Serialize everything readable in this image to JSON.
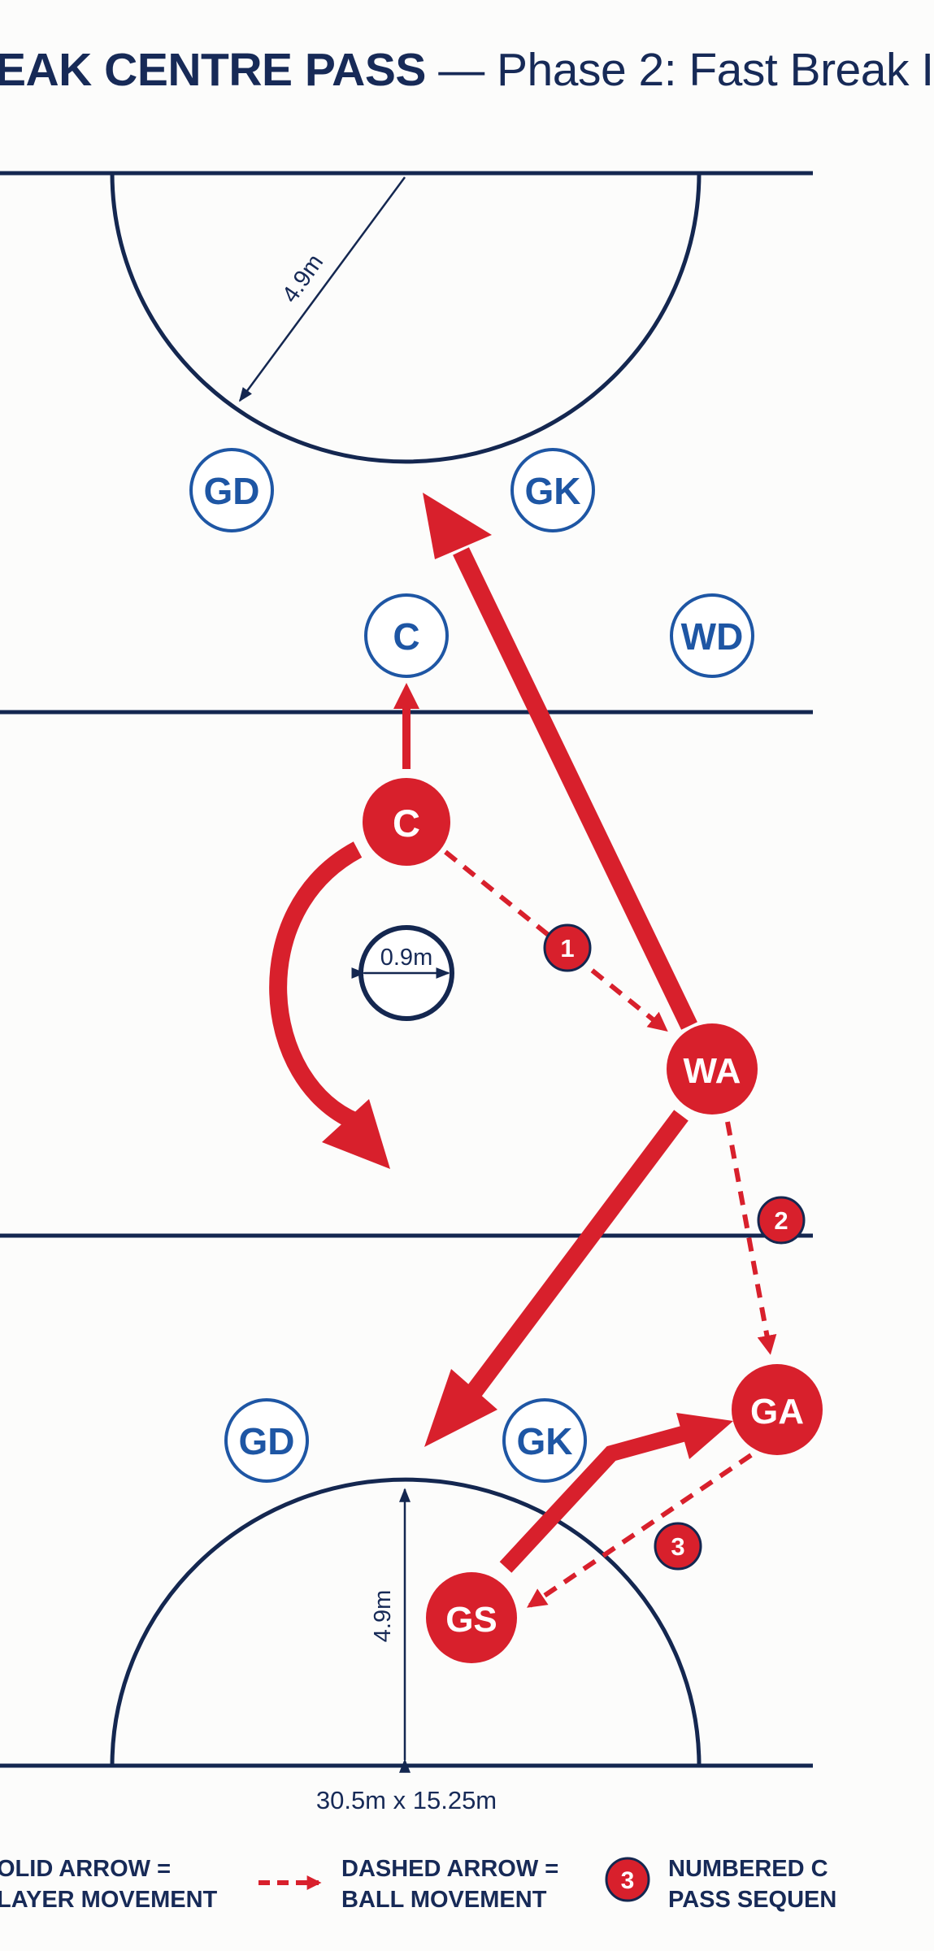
{
  "title": {
    "bold": "EAK CENTRE PASS",
    "rest": " — Phase 2: Fast Break I"
  },
  "court": {
    "circle_radius_label": "4.9m",
    "centre_circle_label": "0.9m",
    "dimensions_label": "30.5m x 15.25m"
  },
  "defenders": [
    {
      "id": "gd-top",
      "label": "GD"
    },
    {
      "id": "gk-top",
      "label": "GK"
    },
    {
      "id": "c-def",
      "label": "C"
    },
    {
      "id": "wd",
      "label": "WD"
    },
    {
      "id": "gd-bottom",
      "label": "GD"
    },
    {
      "id": "gk-bottom",
      "label": "GK"
    }
  ],
  "attackers": [
    {
      "id": "c-att",
      "label": "C"
    },
    {
      "id": "wa",
      "label": "WA"
    },
    {
      "id": "ga",
      "label": "GA"
    },
    {
      "id": "gs",
      "label": "GS"
    }
  ],
  "passes": [
    "1",
    "2",
    "3"
  ],
  "legend": {
    "solid_line1": "OLID ARROW =",
    "solid_line2": "LAYER MOVEMENT",
    "dashed_line1": "DASHED ARROW =",
    "dashed_line2": "BALL MOVEMENT",
    "numbered_badge": "3",
    "numbered_line1": "NUMBERED C",
    "numbered_line2": "PASS SEQUEN"
  },
  "colors": {
    "attack": "#d8202c",
    "defence": "#1e56a4",
    "lines": "#142750"
  }
}
